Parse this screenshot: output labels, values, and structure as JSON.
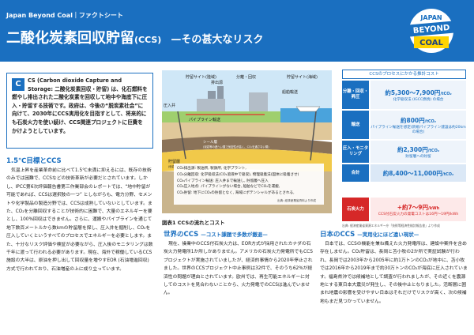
{
  "header": {
    "subtitle": "Japan Beyond Coal｜ファクトシート",
    "title_main": "二酸化炭素回収貯留",
    "title_ccs": "(CCS)",
    "title_sub": "—その甚大なリスク",
    "logo": {
      "line1": "JAPAN",
      "line2": "BEYOND",
      "line3": "COAL"
    },
    "bg_color": "#1a6fc0"
  },
  "intro": {
    "icon": "C",
    "text": "CS (Carbon dioxide Capture and Storage: 二酸化炭素回収・貯留) は、化石燃料を燃やし排出された二酸化炭素を回収して地中や海底下に圧入・貯留する技術です。政府は、今後の“脱炭素社会”に向けて、2030年にCCS実用化を目指すとして、将来的にも石炭火力を使い続け、CCS関連プロジェクトに巨費をかけようとしています。"
  },
  "sec1": {
    "title": "1.5℃目標とCCS",
    "text": "気温上昇を産業革命前に比べて1.5℃未満に抑えるには、既存の技術のみでは困難で、CCSなどの技術革新が必要だとされています。しかし、IPCC第6次評価報告書第三作業部会のレポートでは、“地中貯留が可能であれば、CCSは選択肢の一つ” としながらも、電力分野、セメントや化学製品の製造分野では、CCSは成熟していないとしています。また、CO₂を分離回収することが技術的に困難で、大量のエネルギーを要とし、100%回収はできません。さらに、運搬やパイプラインを通じて地下数百メートルから数kmの貯留層を探し、圧入井を掘削し、CO₂を圧入していくというすべてのプロセスでエネルギーを必要とします。また、十分なリスク評価や検証が必要ながら、圧入後のモニタリングは数千年に渡って行われる必要があります。現在、海外で稼働しているCCS施設の大半は、原油を押し出して回収量を増やすEOR (石油増進回収) 方式で行われており、石油増産の上に成り立っています。"
  },
  "figure": {
    "labels": {
      "storage_site_land": "貯留サイト(陸域)",
      "separation_capture": "分離・回収",
      "storage_site_sea": "貯留サイト(海域)",
      "discharge": "排出源",
      "ship": "船舶輸送",
      "injection_well": "圧入井",
      "pipeline": "パイプライン輸送",
      "seal_layer": "シール層",
      "seal_note": "(泥岩等の遮へい層で気密性が高く、CO₂を通さない層)",
      "reservoir": "貯留層",
      "reservoir_note": "(砂岩等の隙間の多い層)"
    },
    "box_lines": [
      "CO₂排出源: 製油所, 製鉄所, 化学プラント,",
      "CO₂分離回収: 化学吸収法(CO₂溶液中で吸収), 物理吸着法(固体に吸着させ)",
      "CO₂パイプライン輸送: 圧入井まで輸送し, 貯留層へ圧入",
      "CO₂圧入地点: パイプラインがない場合, 船舶などでCO₂を運搬,",
      "CO₂貯留: 地下にCO₂の貯留となく, 海域にポテンシャルがあるとされる,"
    ],
    "source": "出典: 経済産業省資料より作成",
    "caption": "図表1  CCSの流れとコスト"
  },
  "cost": {
    "title": "CCSのプロセスにかかる推計コスト",
    "rows": [
      {
        "label": "分離・回収・昇圧",
        "main": "約5,300〜7,900円",
        "unit": "/tCO₂",
        "note": "化学吸収法 (IGCC燃焼) の場合"
      },
      {
        "label": "輸送",
        "main": "約800円",
        "unit": "/tCO₂",
        "note": "パイプライン輸送を想定(新規パイプライン建設は約20km の場合)"
      },
      {
        "label": "圧入・モニタリング",
        "main": "約2,300円",
        "unit": "/tCO₂",
        "note": "貯留層への貯留"
      },
      {
        "label": "合計",
        "main": "約8,400〜11,000円",
        "unit": "/tCO₂",
        "note": ""
      },
      {
        "label": "石炭火力",
        "main": "+約7〜9円",
        "unit": "/kWh",
        "note": "CCS付石炭火力の発電コストは16円〜19円/kWh"
      }
    ],
    "source": "出典: 経済産業省資源エネルギー庁「技術等経済性検討報告書」より作成"
  },
  "sec2": {
    "title": "世界のCCS",
    "title_sub": "—コスト課題で多数が撤退—",
    "text": "現在、操業中のCCS付石炭火力は、EOR方式が採用されたカナダの石炭火力発電所1か所しかありません。アメリカの石炭火力発電所でもCCSプロジェクトが実施されていましたが、経済的事情から2020年停止されました。世界のCCSプロジェクト中止事例は32件で、そのうち62%が経済性の問題が理由とされています。欧州では、再生可能エネルギーに対してのコストを見合わないことから、火力発電でのCCSは進んでいません。"
  },
  "sec3": {
    "title": "日本のCCS",
    "title_sub": "—実用化にほど遠い現状—",
    "text": "日本では、CCSの機能を兼ね備えた火力発電所は、建設中案件を含め存在しません。CO₂貯留は、長岡と苫小牧の2か所で実証試験が行われ、長岡では2003年から2005年に約1万トンのCO₂が地中に、苫小牧では2016年から2019年まで約30万トンのCO₂が海底に圧入されています。福島県沖では候補地として調査が行われましたが、その近くを震源地とする東日本大震災が発生し、その後中止となりました。活断層に囲まれ地震の影響を受けやすい日本はそれだけでリスクが高く、次の候補地もまだ見つかっていません。"
  }
}
